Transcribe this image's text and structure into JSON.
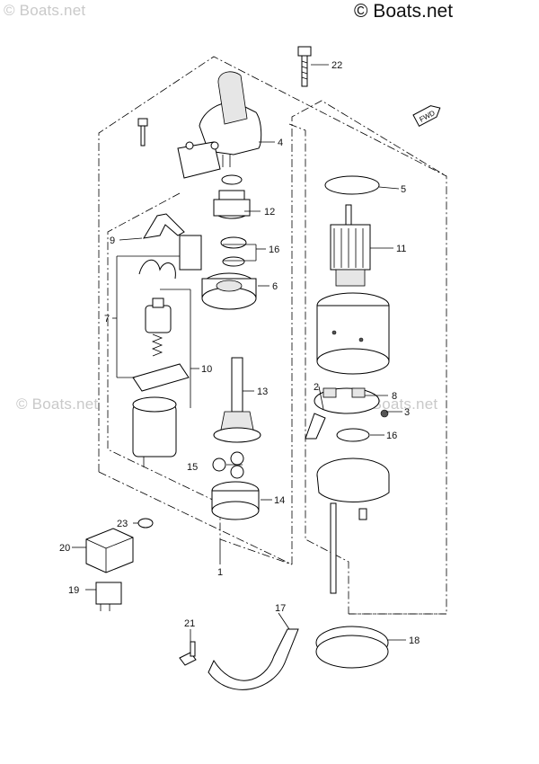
{
  "watermark": {
    "text": "© Boats.net"
  },
  "copyright": "© Boats.net",
  "fwd_label": "FWD",
  "callouts": [
    {
      "id": "1",
      "label": "1"
    },
    {
      "id": "2",
      "label": "2"
    },
    {
      "id": "3",
      "label": "3"
    },
    {
      "id": "4",
      "label": "4"
    },
    {
      "id": "5",
      "label": "5"
    },
    {
      "id": "6",
      "label": "6"
    },
    {
      "id": "7",
      "label": "7"
    },
    {
      "id": "8",
      "label": "8"
    },
    {
      "id": "9",
      "label": "9"
    },
    {
      "id": "10",
      "label": "10"
    },
    {
      "id": "11",
      "label": "11"
    },
    {
      "id": "12",
      "label": "12"
    },
    {
      "id": "13",
      "label": "13"
    },
    {
      "id": "14",
      "label": "14"
    },
    {
      "id": "15",
      "label": "15"
    },
    {
      "id": "16a",
      "label": "16"
    },
    {
      "id": "16b",
      "label": "16"
    },
    {
      "id": "17",
      "label": "17"
    },
    {
      "id": "18",
      "label": "18"
    },
    {
      "id": "19",
      "label": "19"
    },
    {
      "id": "20",
      "label": "20"
    },
    {
      "id": "21",
      "label": "21"
    },
    {
      "id": "22",
      "label": "22"
    },
    {
      "id": "23",
      "label": "23"
    }
  ]
}
